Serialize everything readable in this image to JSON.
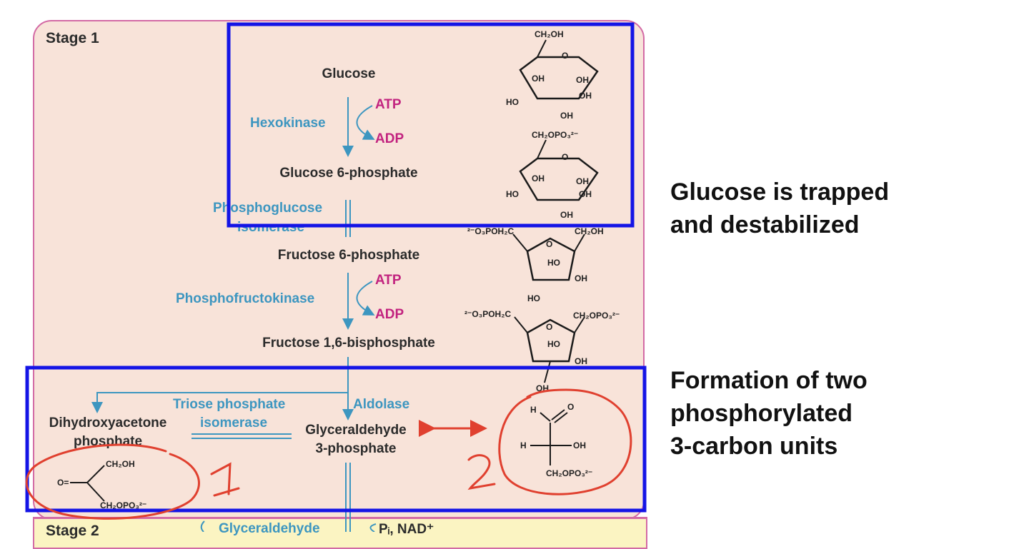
{
  "stage1": {
    "title": "Stage 1"
  },
  "stage2": {
    "title": "Stage 2",
    "enzyme_partial": "Glyceraldehyde",
    "cofactor_partial": "Pᵢ, NAD⁺"
  },
  "metabolites": {
    "glucose": "Glucose",
    "g6p": "Glucose 6-phosphate",
    "f6p": "Fructose 6-phosphate",
    "f16bp": "Fructose 1,6-bisphosphate",
    "dhap_line1": "Dihydroxyacetone",
    "dhap_line2": "phosphate",
    "gap_line1": "Glyceraldehyde",
    "gap_line2": "3-phosphate"
  },
  "enzymes": {
    "hexokinase": "Hexokinase",
    "pgi_line1": "Phosphoglucose",
    "pgi_line2": "isomerase",
    "pfk": "Phosphofructokinase",
    "aldolase": "Aldolase",
    "tpi_line1": "Triose phosphate",
    "tpi_line2": "isomerase"
  },
  "cofactors": {
    "atp1": "ATP",
    "adp1": "ADP",
    "atp2": "ATP",
    "adp2": "ADP"
  },
  "structure_labels": {
    "ch2oh": "CH₂OH",
    "ch2opo3": "CH₂OPO₃²⁻",
    "o3poh2c": "²⁻O₃POH₂C",
    "oh": "OH",
    "ho": "HO",
    "o": "O",
    "h": "H",
    "dbl_o": "O="
  },
  "annotations": {
    "note1_line1": "Glucose is trapped",
    "note1_line2": "and destabilized",
    "note2_line1": "Formation of two",
    "note2_line2": "phosphorylated",
    "note2_line3": "3-carbon units",
    "mark1": "1",
    "mark2": "2"
  },
  "colors": {
    "highlight_box": "#1414e6",
    "pen": "#e0402f",
    "enzyme": "#3d96c0",
    "cofactor": "#c2237f",
    "stage1_bg": "#f8e3d9",
    "stage2_bg": "#fbf4c2"
  }
}
